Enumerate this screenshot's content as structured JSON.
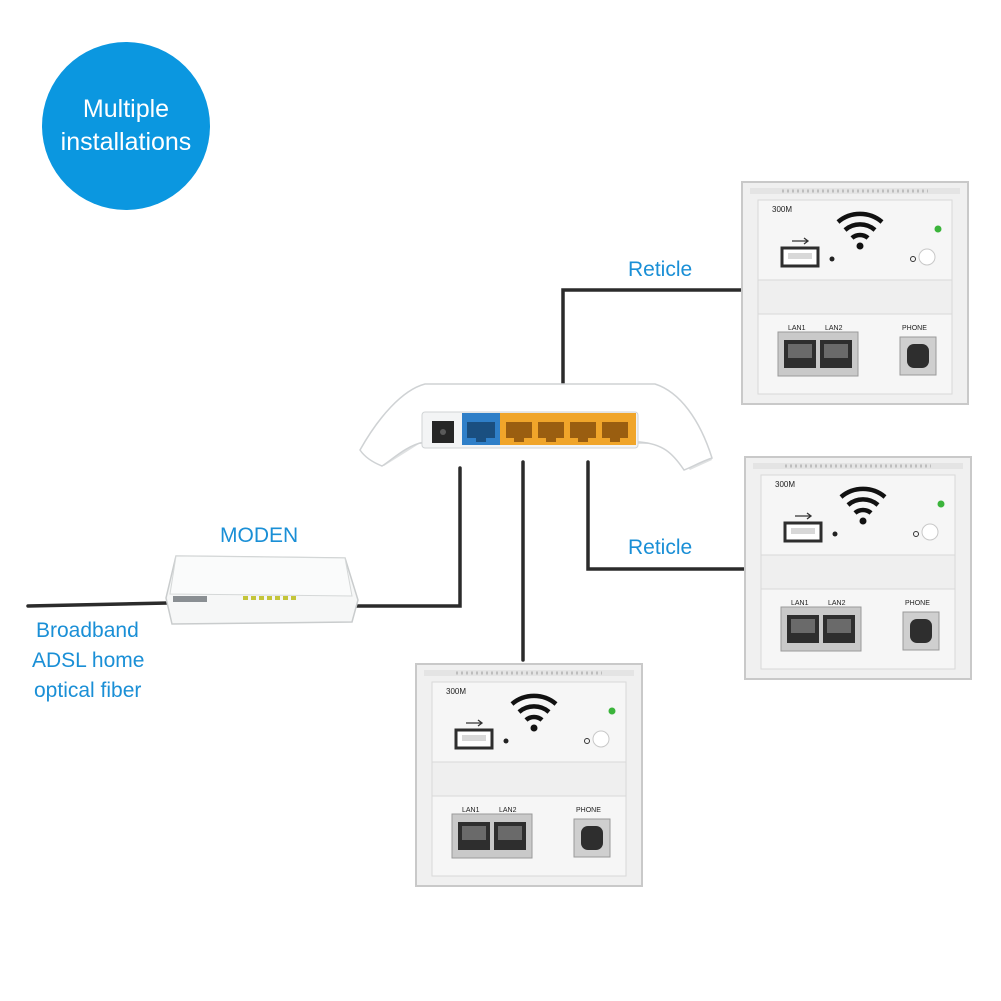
{
  "badge": {
    "line1": "Multiple",
    "line2": "installations"
  },
  "labels": {
    "moden": "MODEN",
    "reticle_top": "Reticle",
    "reticle_mid": "Reticle",
    "input_line1": "Broadband",
    "input_line2": "ADSL home",
    "input_line3": "optical fiber"
  },
  "panel": {
    "speed": "300M",
    "lan1": "LAN1",
    "lan2": "LAN2",
    "phone": "PHONE"
  },
  "colors": {
    "badge": "#0b97e0",
    "label": "#1a8fd6",
    "wan_port": "#2f7fc8",
    "lan_port": "#f0a52a",
    "led": "#3bb43b",
    "cable": "#2b2b2b"
  }
}
